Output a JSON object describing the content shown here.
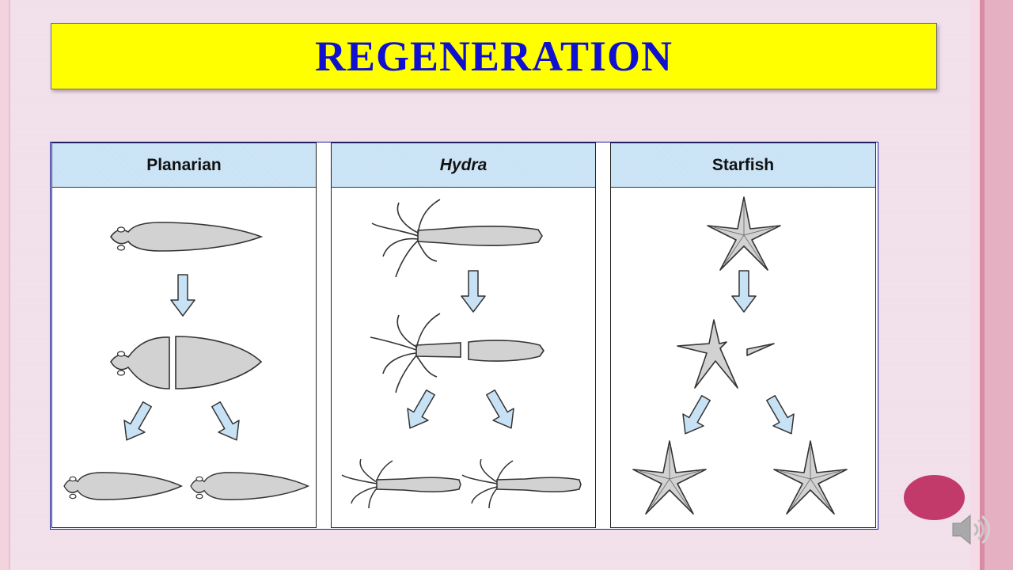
{
  "title": "REGENERATION",
  "panels": [
    {
      "label": "Planarian"
    },
    {
      "label": "Hydra"
    },
    {
      "label": "Starfish"
    }
  ],
  "colors": {
    "title_background": "#ffff00",
    "title_text": "#1010d0",
    "panel_header": "#c8e2f5",
    "arrow_fill": "#c8e2f5",
    "organism_fill": "#d2d2d2",
    "nav_button": "#c23a6a"
  },
  "icons": [
    "down-arrow-icon",
    "diagonal-arrow-icon",
    "speaker-icon"
  ]
}
